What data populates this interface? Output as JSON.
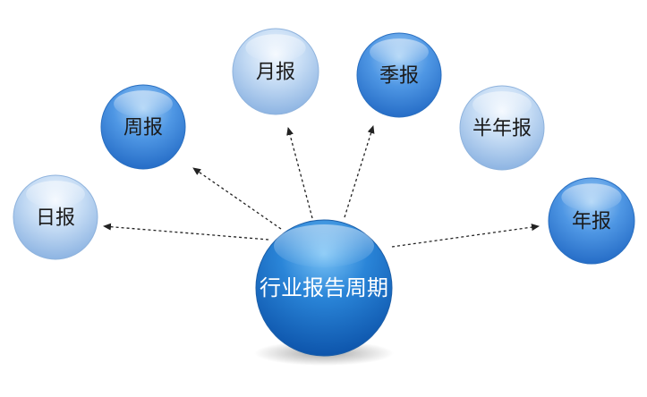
{
  "center": {
    "label": "行业报告周期",
    "color": "#1a6fc8"
  },
  "nodes": [
    {
      "id": "daily",
      "label": "日报",
      "tone": "light"
    },
    {
      "id": "weekly",
      "label": "周报",
      "tone": "dark"
    },
    {
      "id": "monthly",
      "label": "月报",
      "tone": "light"
    },
    {
      "id": "quarterly",
      "label": "季报",
      "tone": "dark"
    },
    {
      "id": "semiannual",
      "label": "半年报",
      "tone": "light"
    },
    {
      "id": "annual",
      "label": "年报",
      "tone": "dark"
    }
  ],
  "colors": {
    "light_top": "#dbe9f8",
    "light_bottom": "#8fb8e6",
    "dark_top": "#8ec0f2",
    "dark_bottom": "#2f7fdc",
    "center_top": "#5db0f0",
    "center_bottom": "#0b5ab8",
    "text": "#1a1a1a",
    "center_text": "#ffffff",
    "arrow": "#222222"
  }
}
